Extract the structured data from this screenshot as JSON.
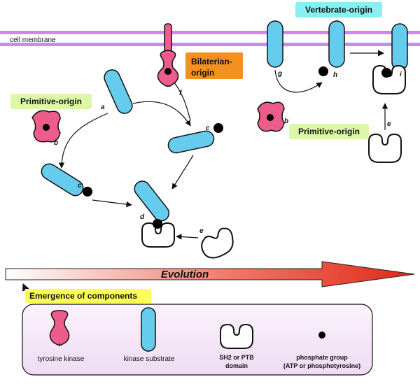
{
  "membrane_label": "cell membrane",
  "tags": {
    "vertebrate": "Vertebrate-origin",
    "bilaterian_line1": "Bilaterian-",
    "bilaterian_line2": "origin",
    "primitive_left": "Primitive-origin",
    "primitive_right": "Primitive-origin"
  },
  "step_labels": {
    "a": "a",
    "b": "b",
    "c": "c",
    "d": "d",
    "e": "e",
    "f": "f",
    "g": "g",
    "h": "h",
    "i": "i"
  },
  "evolution_label": "Evolution",
  "emergence_label": "Emergence of components",
  "legend": {
    "tyrosine_kinase": "tyrosine kinase",
    "kinase_substrate": "kinase substrate",
    "sh2_line1": "SH2 or PTB",
    "sh2_line2": "domain",
    "phosphate_line1": "phosphate group",
    "phosphate_line2": "(ATP or phosphotyrosine)"
  },
  "colors": {
    "membrane": "#cc88ee",
    "kinase": "#ee5c8c",
    "substrate": "#66ccee",
    "tag_green": "#ddf7a8",
    "tag_orange": "#f49020",
    "tag_cyan": "#88f0f0",
    "legend_bg": "#f5e8f8",
    "arrow_red": "#e02818",
    "emergence_bg": "#ffff55"
  }
}
